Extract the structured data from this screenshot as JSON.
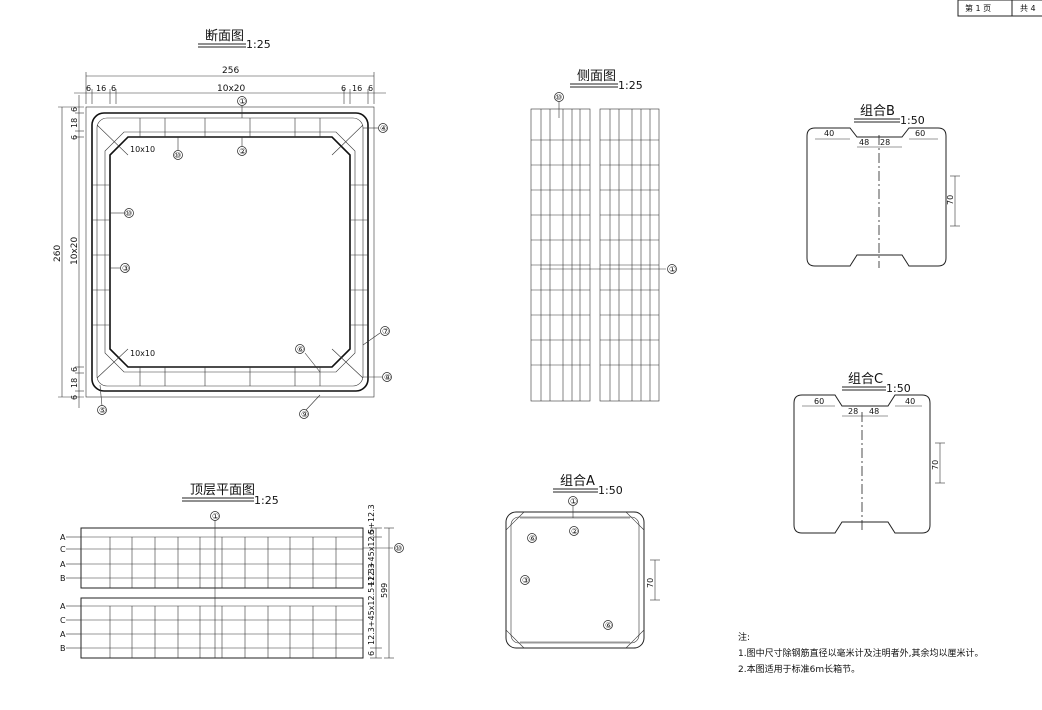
{
  "page_box": {
    "current_label": "第 1 页",
    "total_label": "共 4"
  },
  "section_view": {
    "title": "断面图",
    "scale": "1:25",
    "dim_top_total": "256",
    "dim_top_left_6": "6",
    "dim_top_left_16": "16",
    "dim_top_left_6b": "6",
    "dim_top_mid": "10x20",
    "dim_top_right_6": "6",
    "dim_top_right_16": "16",
    "dim_top_right_6b": "6",
    "dim_left_total": "260",
    "dim_left_mid": "10x20",
    "dim_left_top_6": "6",
    "dim_left_top_18": "18",
    "dim_left_top_6b": "6",
    "dim_left_bot_6": "6",
    "dim_left_bot_18": "18",
    "dim_left_bot_6b": "6",
    "haunch_top": "10x10",
    "haunch_bottom": "10x10",
    "markers": {
      "m1": "①",
      "m2": "②",
      "m3": "③",
      "m4": "④",
      "m5": "⑤",
      "m6": "⑥",
      "m7": "⑦",
      "m8": "⑧",
      "m9": "⑨",
      "m10a": "⑩",
      "m10b": "⑩"
    }
  },
  "side_view": {
    "title": "侧面图",
    "scale": "1:25",
    "marker_top": "⑩",
    "marker_right": "①"
  },
  "combo_b": {
    "title": "组合B",
    "scale": "1:50",
    "dims": [
      "40",
      "48",
      "28",
      "60",
      "70"
    ]
  },
  "combo_c": {
    "title": "组合C",
    "scale": "1:50",
    "dims": [
      "60",
      "28",
      "48",
      "40",
      "70"
    ]
  },
  "combo_a": {
    "title": "组合A",
    "scale": "1:50",
    "dim_right": "70",
    "markers": [
      "①",
      "②",
      "⑥",
      "③",
      "⑥"
    ]
  },
  "plan_view": {
    "title": "顶层平面图",
    "scale": "1:25",
    "row_labels_top": [
      "A",
      "C",
      "A",
      "B"
    ],
    "row_labels_bottom": [
      "A",
      "C",
      "A",
      "B"
    ],
    "marker_top": "①",
    "marker_right": "⑩",
    "dim_right_upper": "12.3+45x12.5+12.3",
    "dim_right_lower": "12.3+45x12.5+12.3",
    "dim_total": "599",
    "dim_top_6": "6",
    "dim_bot_6": "6"
  },
  "notes": {
    "heading": "注:",
    "line1": "1.图中尺寸除钢筋直径以毫米计及注明者外,其余均以厘米计。",
    "line2": "2.本图适用于标准6m长箱节。"
  }
}
